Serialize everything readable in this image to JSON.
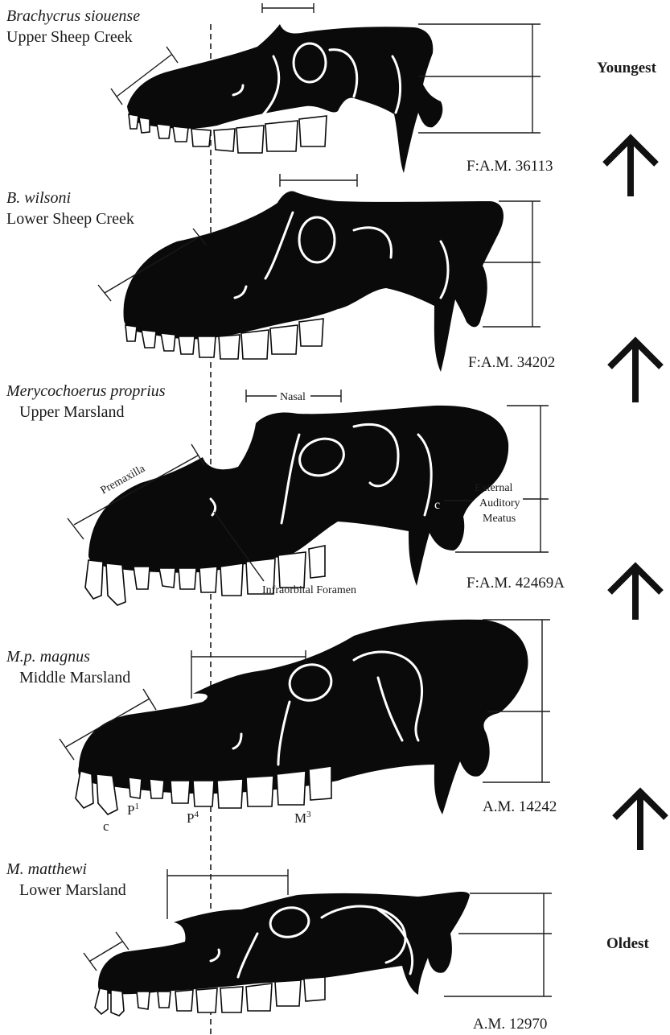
{
  "specimens": [
    {
      "name": "Brachycrus siouense",
      "locality": "Upper Sheep Creek",
      "specimen_no": "F:A.M. 36113"
    },
    {
      "name": "B. wilsoni",
      "locality": "Lower Sheep Creek",
      "specimen_no": "F:A.M. 34202"
    },
    {
      "name": "Merycochoerus proprius",
      "locality": "Upper Marsland",
      "specimen_no": "F:A.M. 42469A"
    },
    {
      "name": "M.p. magnus",
      "locality": "Middle Marsland",
      "specimen_no": "A.M. 14242"
    },
    {
      "name": "M. matthewi",
      "locality": "Lower Marsland",
      "specimen_no": "A.M. 12970"
    }
  ],
  "anatomy_labels": {
    "nasal": "Nasal",
    "premaxilla": "Premaxilla",
    "infraorbital": "Infraorbital Foramen",
    "ear_line1": "External",
    "ear_line2": "Auditory",
    "ear_line3": "Meatus"
  },
  "tooth_labels": {
    "canine": "c",
    "p1_base": "P",
    "p1_sup": "1",
    "p4_base": "P",
    "p4_sup": "4",
    "m3_base": "M",
    "m3_sup": "3"
  },
  "time_axis": {
    "top": "Youngest",
    "bottom": "Oldest"
  },
  "colors": {
    "silhouette": "#0a0a0a",
    "line": "#1a1a1a",
    "background": "#ffffff"
  }
}
